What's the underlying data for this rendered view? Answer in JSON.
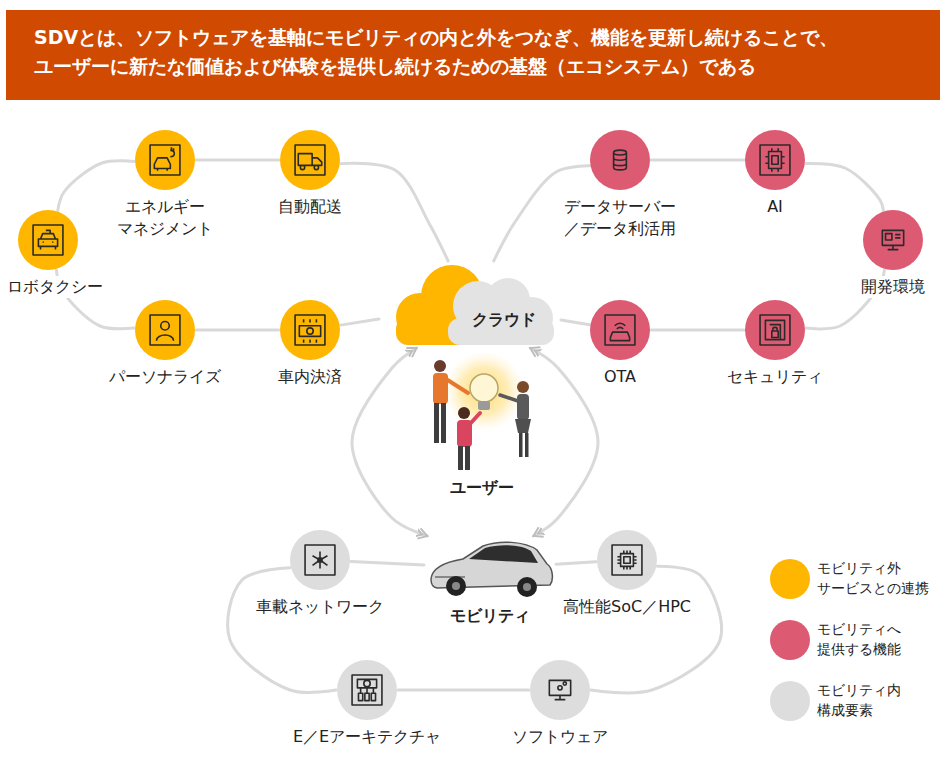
{
  "diagram": {
    "title": "SDVとは、ソフトウェアを基軸にモビリティの内と外をつなぎ、機能を更新し続けることで、 ユーザーに新たな価値および体験を提供し続けるための基盤（エコシステム）である",
    "nodes": [
      {
        "text": [
          "ロボタクシー"
        ]
      },
      {
        "text": [
          "エネルギー マネジメント"
        ]
      },
      {
        "text": [
          "自動配送"
        ]
      },
      {
        "text": [
          "パーソナライズ"
        ]
      },
      {
        "text": [
          "車内決済"
        ]
      },
      {
        "text": [
          "クラウド"
        ]
      },
      {
        "text": [
          "データサーバー ／データ利活用"
        ]
      },
      {
        "text": [
          "AI"
        ]
      },
      {
        "text": [
          "開発環境"
        ]
      },
      {
        "text": [
          "OTA"
        ]
      },
      {
        "text": [
          "セキュリティ"
        ]
      },
      {
        "text": [
          "ユーザー"
        ]
      },
      {
        "text": [
          "モビリティ"
        ]
      },
      {
        "text": [
          "車載ネットワーク"
        ]
      },
      {
        "text": [
          "高性能SoC／HPC"
        ]
      },
      {
        "text": [
          "E／Eアーキテクチャ"
        ]
      },
      {
        "text": [
          "ソフトウェア"
        ]
      }
    ],
    "edges": [
      {
        "from": 0,
        "to": 1,
        "arrow": "none"
      },
      {
        "from": 1,
        "to": 2,
        "arrow": "none"
      },
      {
        "from": 2,
        "to": 5,
        "arrow": "none"
      },
      {
        "from": 5,
        "to": 4,
        "arrow": "none"
      },
      {
        "from": 4,
        "to": 3,
        "arrow": "none"
      },
      {
        "from": 3,
        "to": 0,
        "arrow": "none"
      },
      {
        "from": 5,
        "to": 6,
        "arrow": "none"
      },
      {
        "from": 6,
        "to": 7,
        "arrow": "none"
      },
      {
        "from": 7,
        "to": 8,
        "arrow": "none"
      },
      {
        "from": 8,
        "to": 10,
        "arrow": "none"
      },
      {
        "from": 10,
        "to": 9,
        "arrow": "none"
      },
      {
        "from": 9,
        "to": 5,
        "arrow": "none"
      },
      {
        "from": 5,
        "to": 12,
        "arrow": "both"
      },
      {
        "from": 5,
        "to": 12,
        "arrow": "both"
      },
      {
        "from": 12,
        "to": 14,
        "arrow": "none"
      },
      {
        "from": 14,
        "to": 16,
        "arrow": "none"
      },
      {
        "from": 16,
        "to": 15,
        "arrow": "none"
      },
      {
        "from": 15,
        "to": 13,
        "arrow": "none"
      },
      {
        "from": 13,
        "to": 12,
        "arrow": "none"
      }
    ],
    "legend": [
      {
        "text": "モビリティ外 サービスとの連携",
        "color": "#FFB600"
      },
      {
        "text": "モビリティへ 提供する機能",
        "color": "#DD5A73"
      },
      {
        "text": "モビリティ内 構成要素",
        "color": "#DDDDDD"
      }
    ]
  }
}
